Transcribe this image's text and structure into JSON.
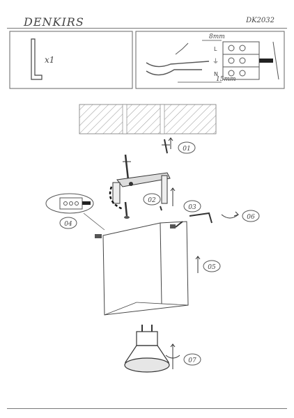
{
  "header": {
    "brand": "DENKIRS",
    "model": "DK2032"
  },
  "tools": {
    "allen_key_qty": "x1"
  },
  "wiring": {
    "strip_length_short": "8mm",
    "strip_length_long": "15mm",
    "terminal_labels": [
      "L",
      "⏚",
      "N"
    ]
  },
  "steps": [
    "01",
    "02",
    "03",
    "04",
    "05",
    "06",
    "07"
  ]
}
